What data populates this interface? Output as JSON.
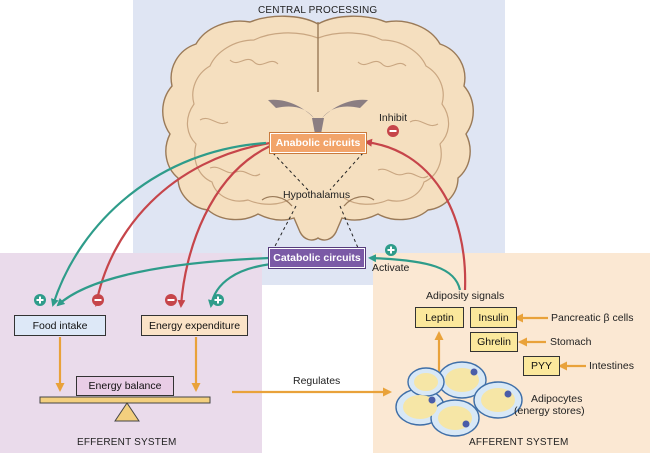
{
  "sections": {
    "central": "CENTRAL PROCESSING",
    "efferent": "EFFERENT SYSTEM",
    "afferent": "AFFERENT SYSTEM"
  },
  "circuits": {
    "anabolic": "Anabolic circuits",
    "catabolic": "Catabolic circuits"
  },
  "labels": {
    "hypothalamus": "Hypothalamus",
    "inhibit": "Inhibit",
    "activate": "Activate",
    "regulates": "Regulates",
    "adiposity_signals": "Adiposity signals",
    "adipocytes": "Adipocytes",
    "adipocytes_sub": "(energy stores)"
  },
  "efferent": {
    "food_intake": "Food intake",
    "energy_expenditure": "Energy expenditure",
    "energy_balance": "Energy balance"
  },
  "signals": {
    "leptin": "Leptin",
    "insulin": "Insulin",
    "ghrelin": "Ghrelin",
    "pyy": "PYY"
  },
  "sources": {
    "pancreatic": "Pancreatic β cells",
    "stomach": "Stomach",
    "intestines": "Intestines"
  },
  "colors": {
    "anabolic": "#f2a46a",
    "catabolic": "#7b5aa6",
    "red_arrow": "#c6454a",
    "green_arrow": "#2e9c8a",
    "orange_arrow": "#e9a23a"
  }
}
